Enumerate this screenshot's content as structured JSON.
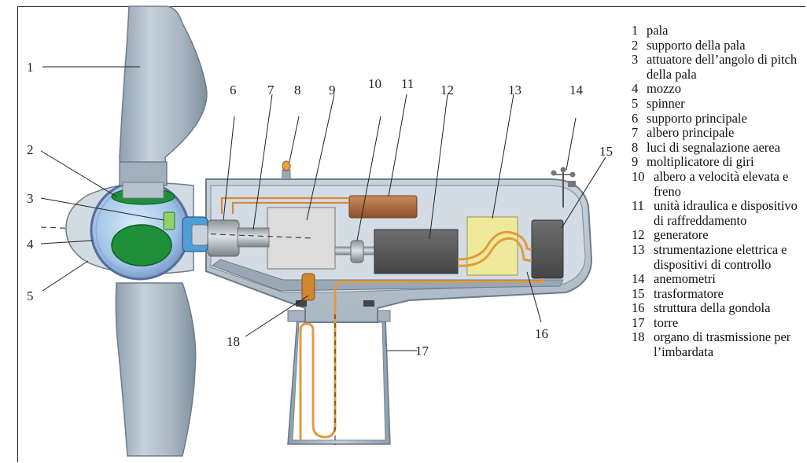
{
  "callouts": [
    "1",
    "2",
    "3",
    "4",
    "5",
    "6",
    "7",
    "8",
    "9",
    "10",
    "11",
    "12",
    "13",
    "14",
    "15",
    "16",
    "17",
    "18"
  ],
  "legend": [
    {
      "num": "1",
      "text": "pala"
    },
    {
      "num": "2",
      "text": "supporto della pala"
    },
    {
      "num": "3",
      "text": "attuatore dell’angolo di pitch della pala"
    },
    {
      "num": "4",
      "text": "mozzo"
    },
    {
      "num": "5",
      "text": "spinner"
    },
    {
      "num": "6",
      "text": "supporto principale"
    },
    {
      "num": "7",
      "text": "albero principale"
    },
    {
      "num": "8",
      "text": "luci di segnalazione aerea"
    },
    {
      "num": "9",
      "text": "moltiplicatore di giri"
    },
    {
      "num": "10",
      "text": "albero a velocità elevata e freno"
    },
    {
      "num": "11",
      "text": "unità idraulica e dispositivo di raffreddamento"
    },
    {
      "num": "12",
      "text": "generatore"
    },
    {
      "num": "13",
      "text": "strumentazione elettrica e dispositivi di controllo"
    },
    {
      "num": "14",
      "text": "anemometri"
    },
    {
      "num": "15",
      "text": "trasformatore"
    },
    {
      "num": "16",
      "text": "struttura della gondola"
    },
    {
      "num": "17",
      "text": "torre"
    },
    {
      "num": "18",
      "text": "organo di trasmissione per l’imbardata"
    }
  ],
  "colors": {
    "blade": "#a9b6c1",
    "nacelle_shell": "#b8c5d0",
    "nacelle_inner": "#c9d4de",
    "hub_blue": "#9fc3e6",
    "hub_rim": "#5a6a9a",
    "green_part": "#1f8f3a",
    "gearbox": "#d6d6d6",
    "generator": "#5b5b5b",
    "hydraulic": "#a8643c",
    "control_box": "#f0eba0",
    "cable": "#e39a3d",
    "tower": "#b8c5d0"
  }
}
